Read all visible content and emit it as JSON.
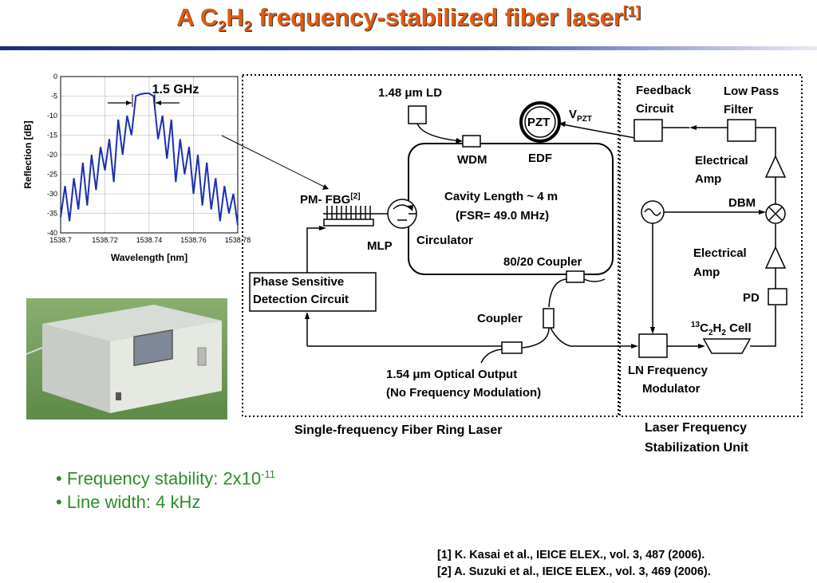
{
  "title": {
    "main": "A C",
    "sub1": "2",
    "h": "H",
    "sub2": "2",
    "rest": " frequency-stabilized fiber laser",
    "ref": "[1]"
  },
  "chart_data": {
    "type": "line",
    "title": "",
    "xlabel": "Wavelength [nm]",
    "ylabel": "Reflection [dB]",
    "xlim": [
      1538.7,
      1538.78
    ],
    "ylim": [
      -40,
      0
    ],
    "xticks": [
      "1538.7",
      "1538.72",
      "1538.74",
      "1538.76",
      "1538.78"
    ],
    "yticks": [
      "0",
      "-5",
      "-10",
      "-15",
      "-20",
      "-25",
      "-30",
      "-35",
      "-40"
    ],
    "grid": true,
    "annotation": "1.5 GHz",
    "series": [
      {
        "color": "#1a2fb0",
        "x": [
          1538.7,
          1538.702,
          1538.704,
          1538.706,
          1538.708,
          1538.71,
          1538.712,
          1538.714,
          1538.716,
          1538.718,
          1538.72,
          1538.722,
          1538.724,
          1538.726,
          1538.728,
          1538.73,
          1538.732,
          1538.734,
          1538.736,
          1538.738,
          1538.74,
          1538.742,
          1538.744,
          1538.746,
          1538.748,
          1538.75,
          1538.752,
          1538.754,
          1538.756,
          1538.758,
          1538.76,
          1538.762,
          1538.764,
          1538.766,
          1538.768,
          1538.77,
          1538.772,
          1538.774,
          1538.776,
          1538.778,
          1538.78
        ],
        "y": [
          -36,
          -28,
          -37,
          -26,
          -34,
          -22,
          -33,
          -20,
          -29,
          -18,
          -24,
          -16,
          -27,
          -11,
          -20,
          -10,
          -15,
          -5,
          -4.5,
          -4.3,
          -4.3,
          -5,
          -16,
          -10,
          -21,
          -11,
          -27,
          -16,
          -25,
          -18,
          -30,
          -20,
          -33,
          -22,
          -34,
          -26,
          -37,
          -28,
          -35,
          -30,
          -38
        ]
      }
    ]
  },
  "diagram": {
    "ld_label": "1.48 μm LD",
    "wdm_label": "WDM",
    "edf_label": "EDF",
    "pzt_label": "PZT",
    "vpzt_label": "V",
    "vpzt_sub": "PZT",
    "pmfbg_label": "PM- FBG",
    "pmfbg_ref": "[2]",
    "mlp_label": "MLP",
    "circulator_label": "Circulator",
    "cavity_line1": "Cavity Length ~ 4 m",
    "cavity_line2": "(FSR= 49.0 MHz)",
    "coupler8020_label": "80/20 Coupler",
    "coupler_label": "Coupler",
    "psd_line1": "Phase Sensitive",
    "psd_line2": "Detection Circuit",
    "output_line1": "1.54 μm Optical Output",
    "output_line2": "(No Frequency Modulation)",
    "feedback_line1": "Feedback",
    "feedback_line2": "Circuit",
    "lpf_line1": "Low Pass",
    "lpf_line2": "Filter",
    "eamp1_line1": "Electrical",
    "eamp1_line2": "Amp",
    "dbm_label": "DBM",
    "eamp2_line1": "Electrical",
    "eamp2_line2": "Amp",
    "pd_label": "PD",
    "cell_sup": "13",
    "cell_c": "C",
    "cell_sub1": "2",
    "cell_h": "H",
    "cell_sub2": "2",
    "cell_rest": " Cell",
    "lnmod_line1": "LN Frequency",
    "lnmod_line2": "Modulator",
    "ring_caption": "Single-frequency Fiber Ring Laser",
    "stab_line1": "Laser Frequency",
    "stab_line2": "Stabilization Unit"
  },
  "bullets": [
    {
      "text": "• Frequency stability: 2x10",
      "sup": "-11"
    },
    {
      "text": "• Line width: 4 kHz",
      "sup": ""
    }
  ],
  "references": [
    "[1] K. Kasai et al., IEICE ELEX., vol. 3, 487 (2006).",
    "[2] A. Suzuki et al., IEICE ELEX., vol. 3, 469 (2006)."
  ],
  "colors": {
    "title": "#e05a10",
    "bullets": "#2e8b2e",
    "trace": "#1a2fb0"
  }
}
